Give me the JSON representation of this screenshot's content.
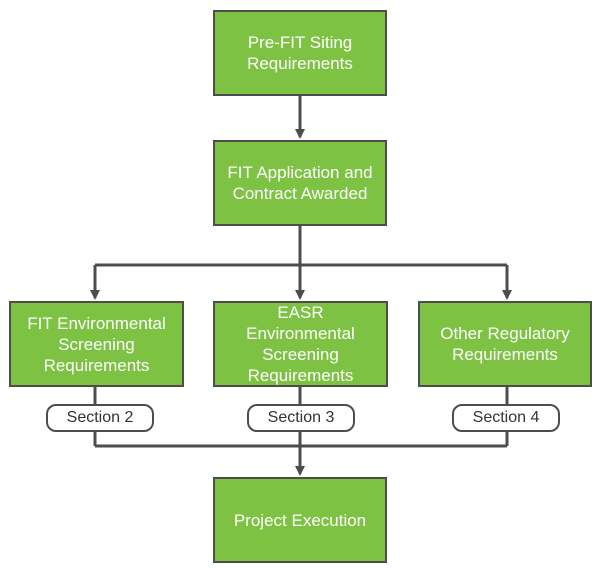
{
  "colors": {
    "box_fill": "#7dc242",
    "box_border": "#4d4d4d",
    "box_text": "#ffffff",
    "connector": "#4d4d4d",
    "label_fill": "#ffffff",
    "label_text": "#333333"
  },
  "nodes": {
    "pre_fit": "Pre-FIT Siting\nRequirements",
    "fit_application": "FIT Application and\nContract Awarded",
    "fit_environmental": "FIT Environmental\nScreening\nRequirements",
    "easr_environmental": "EASR Environmental\nScreening\nRequirements",
    "other_regulatory": "Other Regulatory\nRequirements",
    "project_execution": "Project Execution"
  },
  "labels": {
    "section_2": "Section 2",
    "section_3": "Section 3",
    "section_4": "Section 4"
  }
}
